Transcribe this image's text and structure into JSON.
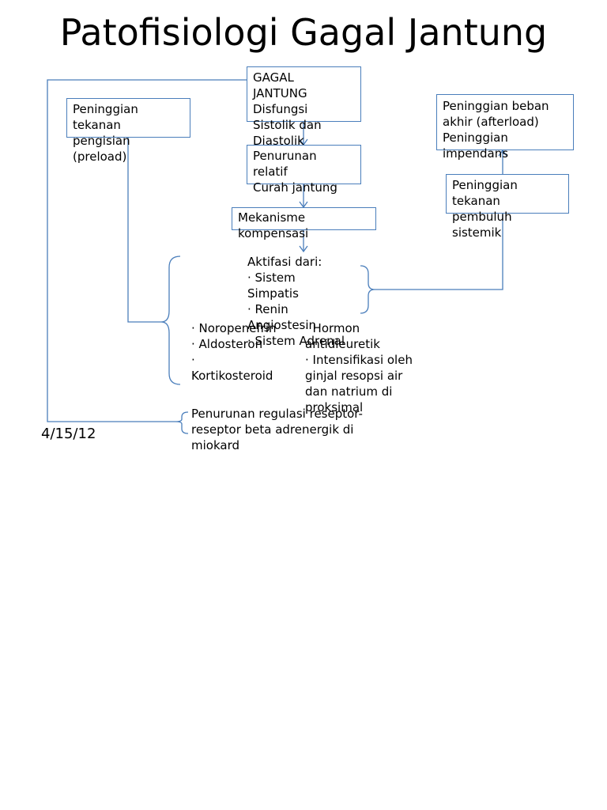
{
  "title": "Patofisiologi Gagal Jantung",
  "date": "4/15/12",
  "colors": {
    "line": "#4a7ebb",
    "text": "#000000"
  },
  "nodes": {
    "gagal": [
      "GAGAL",
      "JANTUNG",
      "Disfungsi",
      "Sistolik dan",
      "Diastolik"
    ],
    "preload": [
      "Peninggian",
      "tekanan",
      "pengisian",
      "(preload)"
    ],
    "afterload": [
      "Peninggian beban",
      "akhir (afterload)",
      "Peninggian",
      "impendans"
    ],
    "curah": [
      "Penurunan",
      "relatif",
      "Curah jantung"
    ],
    "pembuluh": [
      "Peninggian",
      "tekanan",
      "pembuluh",
      "sistemik"
    ],
    "kompensasi": [
      "Mekanisme",
      "kompensasi"
    ],
    "aktifasi": [
      "Aktifasi dari:",
      "· Sistem",
      "Simpatis",
      "· Renin",
      "Angiostesin",
      "· Sistem Adrenal"
    ],
    "hormon_left": [
      "· Noropenefrin",
      "· Aldosteron",
      "·",
      "Kortikosteroid"
    ],
    "hormon_right": [
      "· Hormon",
      "antidieuretik",
      "· Intensifikasi oleh",
      "ginjal  resopsi air",
      "dan natrium di",
      "proksimal"
    ],
    "regulasi": [
      "Penurunan regulasi reseptor-",
      "reseptor beta adrenergik di",
      "miokard"
    ]
  }
}
